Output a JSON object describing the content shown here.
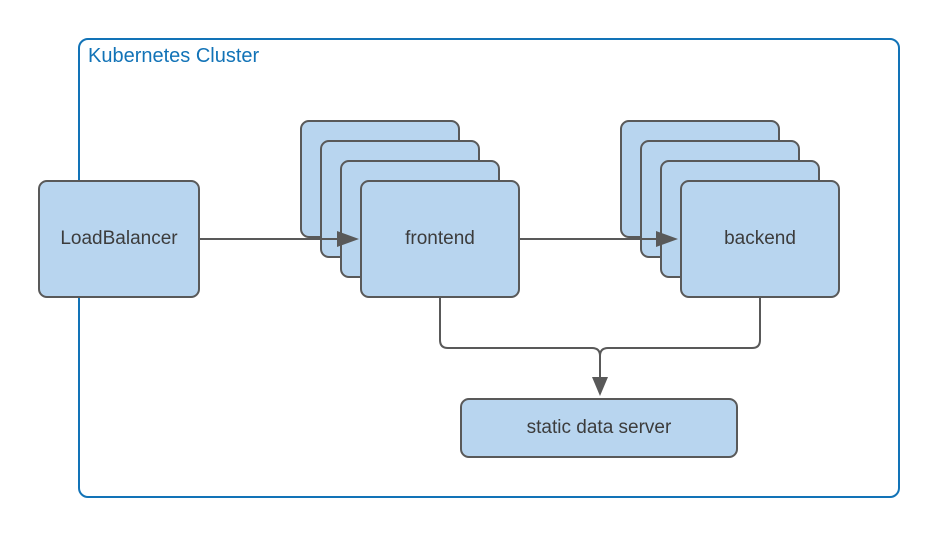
{
  "title": "Kubernetes Cluster",
  "nodes": {
    "loadbalancer": {
      "label": "LoadBalancer"
    },
    "frontend": {
      "label": "frontend",
      "replica_count": 4
    },
    "backend": {
      "label": "backend",
      "replica_count": 4
    },
    "static_data_server": {
      "label": "static data server"
    }
  },
  "edges": [
    {
      "from": "LoadBalancer",
      "to": "frontend"
    },
    {
      "from": "frontend",
      "to": "backend"
    },
    {
      "from": "frontend",
      "to": "static data server"
    },
    {
      "from": "backend",
      "to": "static data server"
    }
  ],
  "colors": {
    "cluster_border": "#1273b7",
    "cluster_title": "#1273b7",
    "node_fill": "#b8d5ef",
    "node_border": "#595959",
    "node_text": "#3c3c3c",
    "edge": "#595959"
  }
}
